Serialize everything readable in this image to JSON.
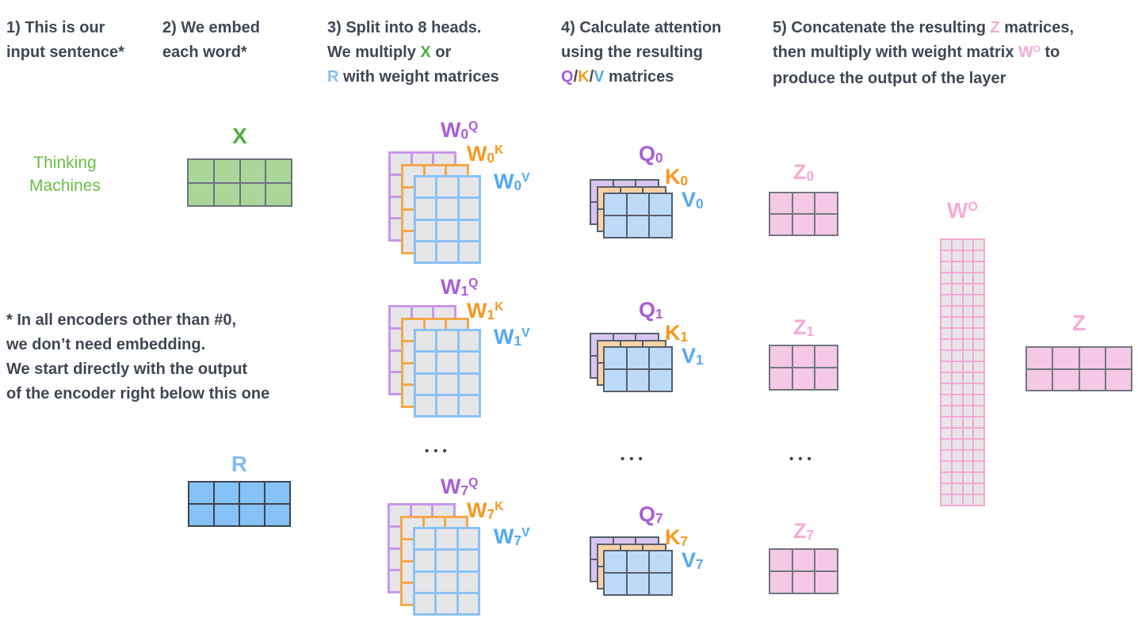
{
  "colors": {
    "dark": "#3f4753",
    "green": "#4fae3d",
    "green_light": "#6abd45",
    "blue": "#55a8f2",
    "blue_light": "#7fbef5",
    "purple": "#a85cd9",
    "orange": "#f5981f",
    "pink": "#f6aad5"
  },
  "headers": {
    "step1": {
      "lines": [
        [
          {
            "t": "1) This is our"
          }
        ],
        [
          {
            "t": "input sentence*"
          }
        ]
      ]
    },
    "step2": {
      "lines": [
        [
          {
            "t": "2) We embed"
          }
        ],
        [
          {
            "t": "each word*"
          }
        ]
      ]
    },
    "step3": {
      "lines": [
        [
          {
            "t": "3) Split into 8 heads."
          }
        ],
        [
          {
            "t": "We multiply "
          },
          {
            "t": "X",
            "c": "green"
          },
          {
            "t": " or"
          }
        ],
        [
          {
            "t": "R",
            "c": "blue_light"
          },
          {
            "t": " with weight matrices"
          }
        ]
      ]
    },
    "step4": {
      "lines": [
        [
          {
            "t": "4) Calculate attention"
          }
        ],
        [
          {
            "t": "using the resulting"
          }
        ],
        [
          {
            "t": "Q",
            "c": "purple"
          },
          {
            "t": "/"
          },
          {
            "t": "K",
            "c": "orange"
          },
          {
            "t": "/"
          },
          {
            "t": "V",
            "c": "blue"
          },
          {
            "t": " matrices"
          }
        ]
      ]
    },
    "step5": {
      "lines": [
        [
          {
            "t": "5) Concatenate the resulting "
          },
          {
            "t": "Z",
            "c": "pink"
          },
          {
            "t": " matrices,"
          }
        ],
        [
          {
            "t": "then multiply with weight matrix "
          },
          {
            "t": "W",
            "c": "pink"
          },
          {
            "t": "O",
            "c": "pink",
            "sup": true
          },
          {
            "t": " to"
          }
        ],
        [
          {
            "t": "produce the output of the layer"
          }
        ]
      ]
    }
  },
  "footnote": {
    "lines": [
      [
        {
          "t": "* In all encoders other than #0,"
        }
      ],
      [
        {
          "t": "we don’t need embedding."
        }
      ],
      [
        {
          "t": "We start directly with the output"
        }
      ],
      [
        {
          "t": "of the encoder right below this one"
        }
      ]
    ]
  },
  "input_words": {
    "lines": [
      [
        {
          "t": "Thinking"
        }
      ],
      [
        {
          "t": "Machines"
        }
      ]
    ]
  },
  "labels": {
    "x": {
      "base": "X",
      "c": "green"
    },
    "r": {
      "base": "R",
      "c": "blue_light"
    },
    "wo": {
      "base": "W",
      "sup": "O",
      "c": "pink"
    },
    "z_output": {
      "base": "Z",
      "c": "pink"
    }
  },
  "heads": [
    {
      "id": "0",
      "labels": {
        "wq": {
          "base": "W",
          "sub": "0",
          "sup": "Q",
          "c": "purple"
        },
        "wk": {
          "base": "W",
          "sub": "0",
          "sup": "K",
          "c": "orange"
        },
        "wv": {
          "base": "W",
          "sub": "0",
          "sup": "V",
          "c": "blue"
        },
        "q": {
          "base": "Q",
          "sub": "0",
          "c": "purple"
        },
        "k": {
          "base": "K",
          "sub": "0",
          "c": "orange"
        },
        "v": {
          "base": "V",
          "sub": "0",
          "c": "blue"
        },
        "z": {
          "base": "Z",
          "sub": "0",
          "c": "pink"
        }
      }
    },
    {
      "id": "1",
      "labels": {
        "wq": {
          "base": "W",
          "sub": "1",
          "sup": "Q",
          "c": "purple"
        },
        "wk": {
          "base": "W",
          "sub": "1",
          "sup": "K",
          "c": "orange"
        },
        "wv": {
          "base": "W",
          "sub": "1",
          "sup": "V",
          "c": "blue"
        },
        "q": {
          "base": "Q",
          "sub": "1",
          "c": "purple"
        },
        "k": {
          "base": "K",
          "sub": "1",
          "c": "orange"
        },
        "v": {
          "base": "V",
          "sub": "1",
          "c": "blue"
        },
        "z": {
          "base": "Z",
          "sub": "1",
          "c": "pink"
        }
      }
    },
    {
      "id": "7",
      "labels": {
        "wq": {
          "base": "W",
          "sub": "7",
          "sup": "Q",
          "c": "purple"
        },
        "wk": {
          "base": "W",
          "sub": "7",
          "sup": "K",
          "c": "orange"
        },
        "wv": {
          "base": "W",
          "sub": "7",
          "sup": "V",
          "c": "blue"
        },
        "q": {
          "base": "Q",
          "sub": "7",
          "c": "purple"
        },
        "k": {
          "base": "K",
          "sub": "7",
          "c": "orange"
        },
        "v": {
          "base": "V",
          "sub": "7",
          "c": "blue"
        },
        "z": {
          "base": "Z",
          "sub": "7",
          "c": "pink"
        }
      }
    }
  ],
  "ellipsis": "•••",
  "grids": {
    "x": {
      "rows": 2,
      "cols": 4,
      "fill": "#abd699",
      "line": "#6a7380",
      "bw": 2
    },
    "r": {
      "rows": 2,
      "cols": 4,
      "fill": "#85c2f5",
      "line": "#3d444e",
      "bw": 2
    },
    "w_q": {
      "rows": 4,
      "cols": 3,
      "fill": "#e6e6e8",
      "line": "#c897ea",
      "bw": 3
    },
    "w_k": {
      "rows": 4,
      "cols": 3,
      "fill": "#e6e6e8",
      "line": "#f3a848",
      "bw": 3
    },
    "w_v": {
      "rows": 4,
      "cols": 3,
      "fill": "#e6e6e8",
      "line": "#8ac2f5",
      "bw": 3
    },
    "qkv_q": {
      "rows": 2,
      "cols": 3,
      "fill": "#d8c5ee",
      "line": "#555f6d",
      "bw": 2
    },
    "qkv_k": {
      "rows": 2,
      "cols": 3,
      "fill": "#fad2a4",
      "line": "#555f6d",
      "bw": 2
    },
    "qkv_v": {
      "rows": 2,
      "cols": 3,
      "fill": "#bddbf8",
      "line": "#555f6d",
      "bw": 2
    },
    "z_head": {
      "rows": 2,
      "cols": 3,
      "fill": "#f5c8e5",
      "line": "#70777f",
      "bw": 2
    },
    "wo": {
      "rows": 24,
      "cols": 4,
      "fill": "#e6e6e8",
      "line": "#f4a8d2",
      "bw": 2
    },
    "z_output": {
      "rows": 2,
      "cols": 4,
      "fill": "#f5c8e5",
      "line": "#70777f",
      "bw": 2
    }
  }
}
